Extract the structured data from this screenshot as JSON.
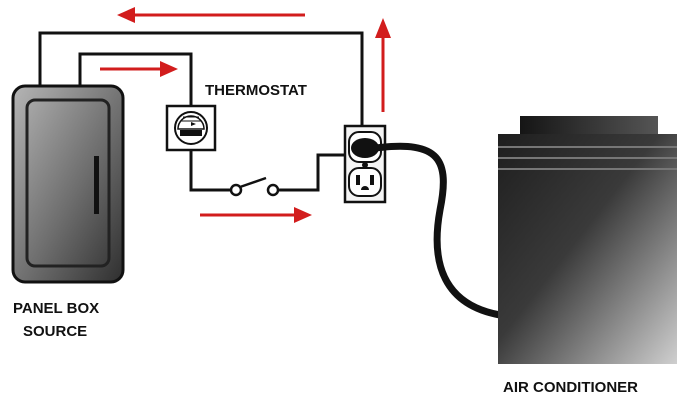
{
  "labels": {
    "thermostat": "THERMOSTAT",
    "panel_line1": "PANEL BOX",
    "panel_line2": "SOURCE",
    "air_conditioner": "AIR CONDITIONER"
  },
  "colors": {
    "wire": "#111111",
    "arrow": "#d21d1d",
    "cabinet_dark": "#2a2a2a",
    "cabinet_light": "#9a9a9a",
    "panel_body": "#8c8c8c"
  },
  "icons": {
    "flow_arrows": "red-arrow",
    "switch": "switch-contact",
    "outlet": "duplex-outlet",
    "plug": "power-plug"
  }
}
